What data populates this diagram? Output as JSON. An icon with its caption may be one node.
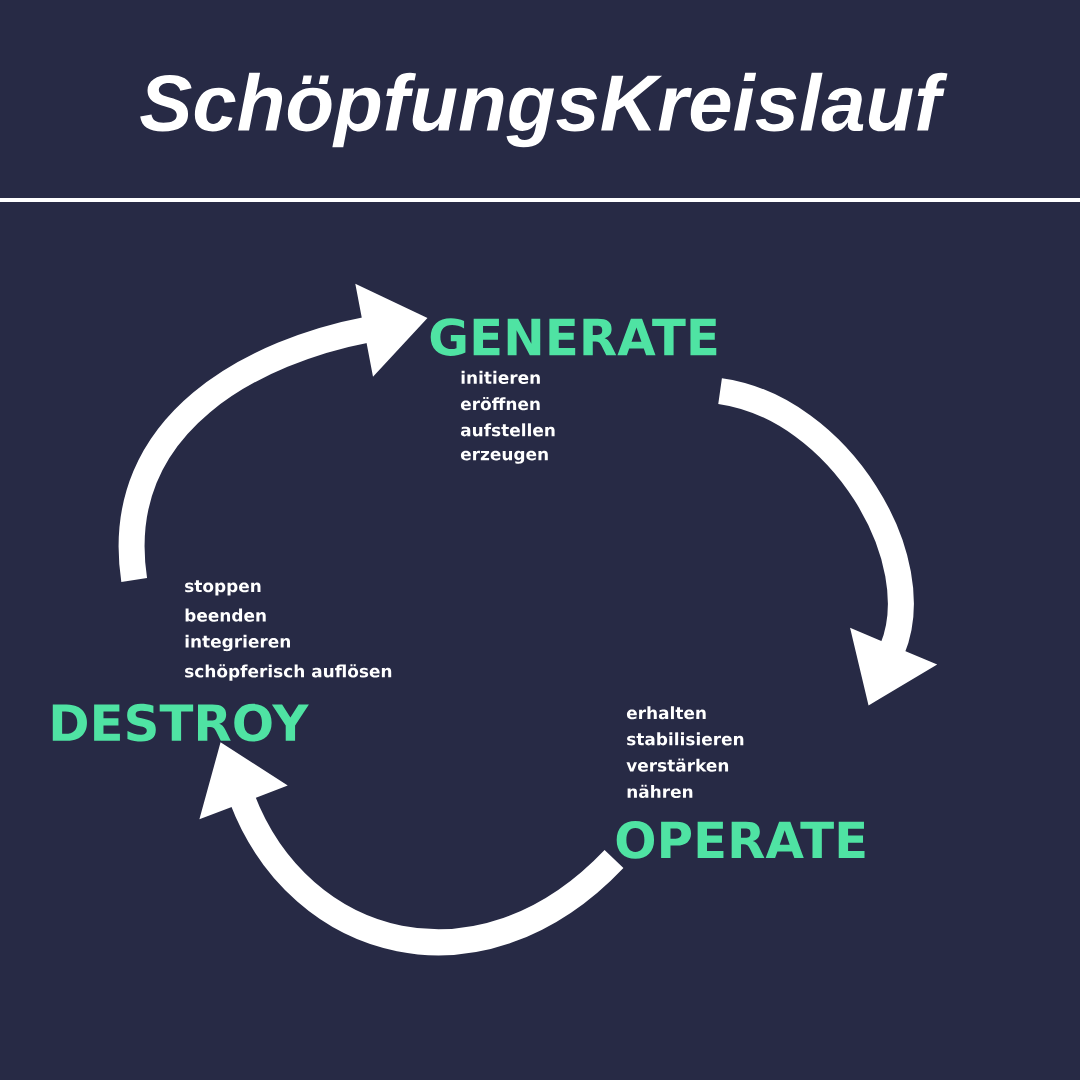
{
  "diagram": {
    "title": "SchöpfungsKreislauf",
    "nodes": [
      {
        "text": [
          "GENERATE",
          "initieren",
          "eröffnen",
          "aufstellen",
          "erzeugen"
        ]
      },
      {
        "text": [
          "erhalten",
          "stabilisieren",
          "verstärken",
          "nähren",
          "OPERATE"
        ]
      },
      {
        "text": [
          "stoppen",
          "beenden",
          "integrieren",
          "schöpferisch auflösen",
          "DESTROY"
        ]
      }
    ],
    "edges": [
      {
        "from": 0,
        "to": 1,
        "arrow": "to"
      },
      {
        "from": 1,
        "to": 2,
        "arrow": "to"
      },
      {
        "from": 2,
        "to": 0,
        "arrow": "to"
      }
    ]
  }
}
